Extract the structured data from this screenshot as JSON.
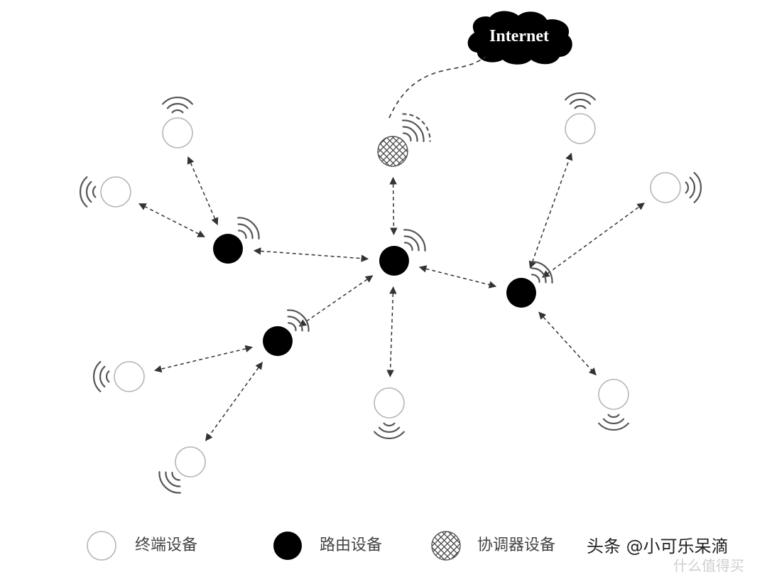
{
  "cloud": {
    "label": "Internet"
  },
  "legend": {
    "terminal_label": "终端设备",
    "router_label": "路由设备",
    "coordinator_label": "协调器设备"
  },
  "watermark": {
    "author": "头条 @小可乐呆滴",
    "site": "什么值得买"
  },
  "colors": {
    "line": "#333333",
    "node_fill_router": "#000000",
    "node_stroke_terminal": "#b5b5b5",
    "wave": "#555555",
    "cloud": "#000000"
  },
  "icons": {
    "terminal": "hollow-circle-icon",
    "router": "filled-circle-icon",
    "coordinator": "crosshatch-circle-icon",
    "signal": "wifi-waves-icon",
    "cloud": "cloud-icon"
  }
}
